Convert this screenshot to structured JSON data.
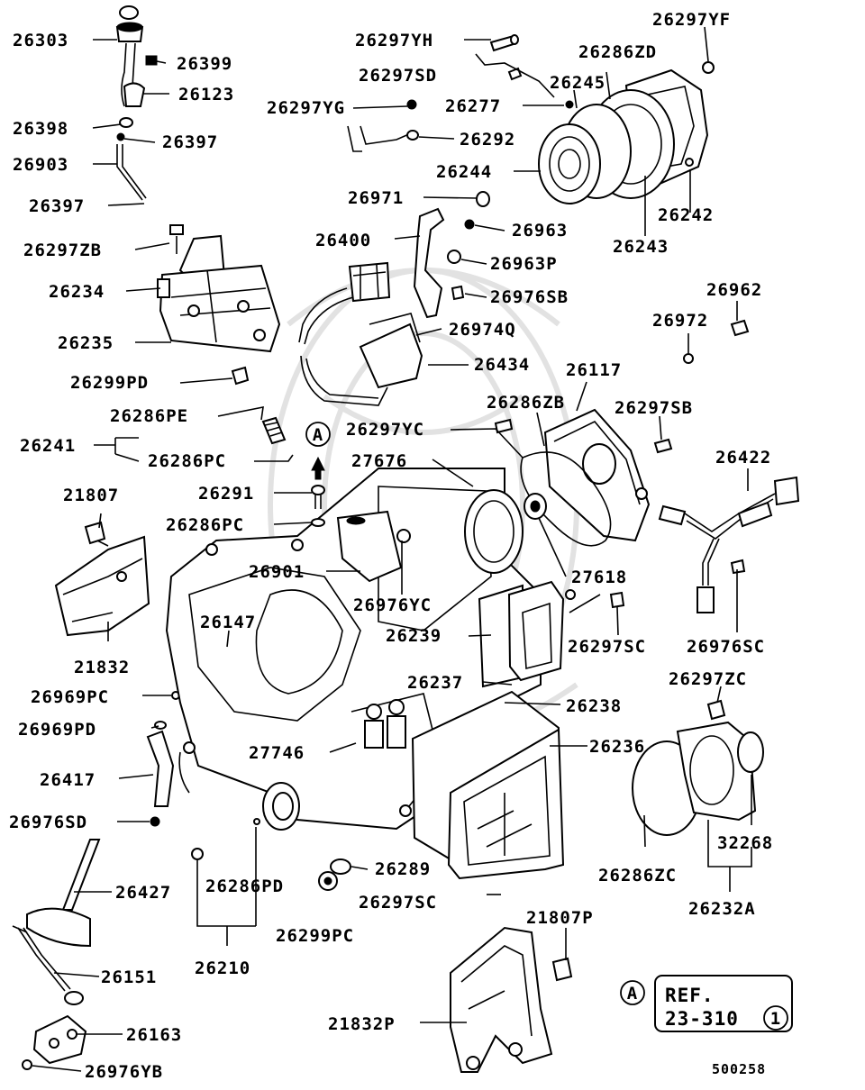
{
  "diagram": {
    "labels": {
      "26303": "26303",
      "26399": "26399",
      "26123": "26123",
      "26398": "26398",
      "26397_a": "26397",
      "26903": "26903",
      "26397_b": "26397",
      "26297ZB": "26297ZB",
      "26234": "26234",
      "26235": "26235",
      "26299PD": "26299PD",
      "26286PE": "26286PE",
      "26241": "26241",
      "26286PC_a": "26286PC",
      "21807": "21807",
      "26291": "26291",
      "26286PC_b": "26286PC",
      "21832": "21832",
      "26147": "26147",
      "26901": "26901",
      "26976YC": "26976YC",
      "26969PC": "26969PC",
      "26969PD": "26969PD",
      "26417": "26417",
      "26976SD": "26976SD",
      "27746": "27746",
      "26427": "26427",
      "26286PD": "26286PD",
      "26151": "26151",
      "26210": "26210",
      "26163": "26163",
      "26976YB": "26976YB",
      "26299PC": "26299PC",
      "26289": "26289",
      "26297SC_b": "26297SC",
      "21807P": "21807P",
      "21832P": "21832P",
      "26297YH": "26297YH",
      "26297SD": "26297SD",
      "26297YG": "26297YG",
      "26277": "26277",
      "26292": "26292",
      "26244": "26244",
      "26971": "26971",
      "26400": "26400",
      "26963": "26963",
      "26963P": "26963P",
      "26976SB": "26976SB",
      "26974Q": "26974Q",
      "26434": "26434",
      "26297YF": "26297YF",
      "26286ZD": "26286ZD",
      "26245": "26245",
      "26242": "26242",
      "26243": "26243",
      "26962": "26962",
      "26972": "26972",
      "26117": "26117",
      "26286ZB": "26286ZB",
      "26297SB": "26297SB",
      "26297YC": "26297YC",
      "27676": "27676",
      "26422": "26422",
      "27618": "27618",
      "26239": "26239",
      "26297SC_a": "26297SC",
      "26976SC": "26976SC",
      "26237": "26237",
      "26238": "26238",
      "26297ZC": "26297ZC",
      "26236": "26236",
      "32268": "32268",
      "26286ZC": "26286ZC",
      "26232A": "26232A"
    },
    "ref_marker": "A",
    "ref_box": {
      "marker": "A",
      "line1": "REF.",
      "line2": "23-310",
      "circled": "1"
    },
    "figure_id": "500258"
  }
}
